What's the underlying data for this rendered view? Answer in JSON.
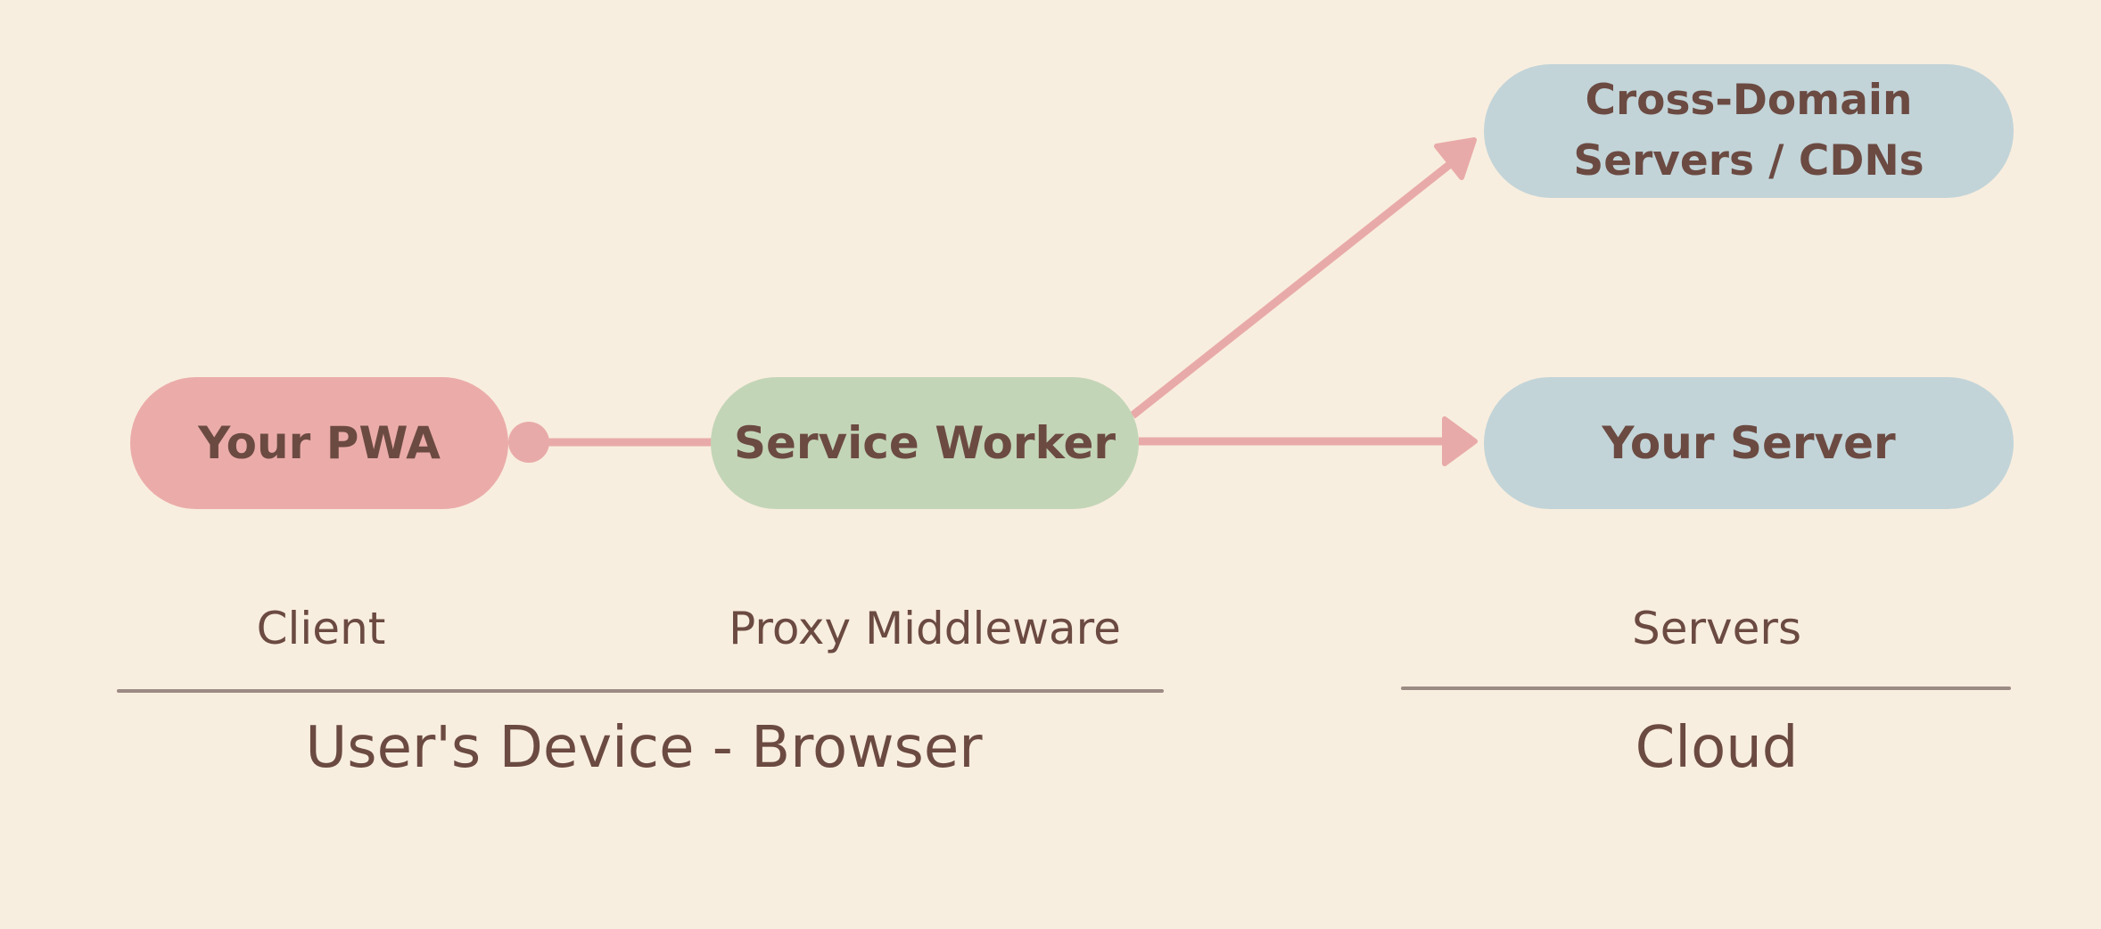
{
  "nodes": {
    "pwa": "Your PWA",
    "service_worker": "Service Worker",
    "your_server": "Your Server",
    "cdn_line1": "Cross-Domain",
    "cdn_line2": "Servers / CDNs"
  },
  "labels": {
    "client": "Client",
    "proxy": "Proxy Middleware",
    "servers": "Servers"
  },
  "groups": {
    "device": "User's Device - Browser",
    "cloud": "Cloud"
  },
  "colors": {
    "background": "#f8eedf",
    "pwa": "#ebaca9",
    "service_worker": "#c3d5b7",
    "server": "#c2d4d8",
    "arrow": "#e8aaa8",
    "text": "#6b4a42",
    "divider": "#9c8a84"
  }
}
